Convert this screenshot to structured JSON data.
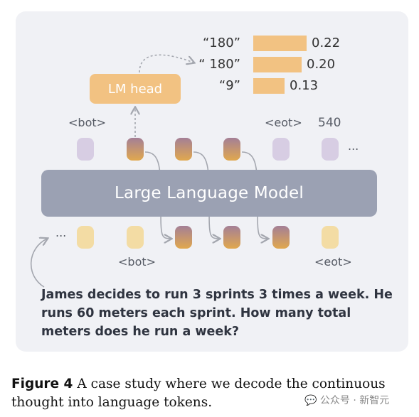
{
  "diagram": {
    "model_label": "Large Language Model",
    "lm_head_label": "LM head",
    "top_labels": {
      "bot": "<bot>",
      "eot": "<eot>",
      "answer": "540",
      "ellipsis": "..."
    },
    "bottom_labels": {
      "bot": "<bot>",
      "eot": "<eot>",
      "ellipsis": "..."
    },
    "question": "James decides to run 3 sprints 3 times a week.  He runs 60 meters each sprint.  How many total meters does he run a week?"
  },
  "chart_data": {
    "type": "bar",
    "categories": [
      "“180”",
      "“ 180”",
      "“9”"
    ],
    "values": [
      0.22,
      0.2,
      0.13
    ]
  },
  "caption": {
    "label": "Figure 4",
    "text": "A case study where we decode the continuous thought into language tokens."
  },
  "watermark": "💬 公众号 · 新智元",
  "colors": {
    "panel": "#f0f1f5",
    "model": "#9ba1b3",
    "lm_head": "#f2c282",
    "token_lavender": "#d7cde3",
    "token_yellow": "#f3dca4",
    "thought_top": "#a47f96",
    "thought_bottom": "#e1a84e"
  }
}
